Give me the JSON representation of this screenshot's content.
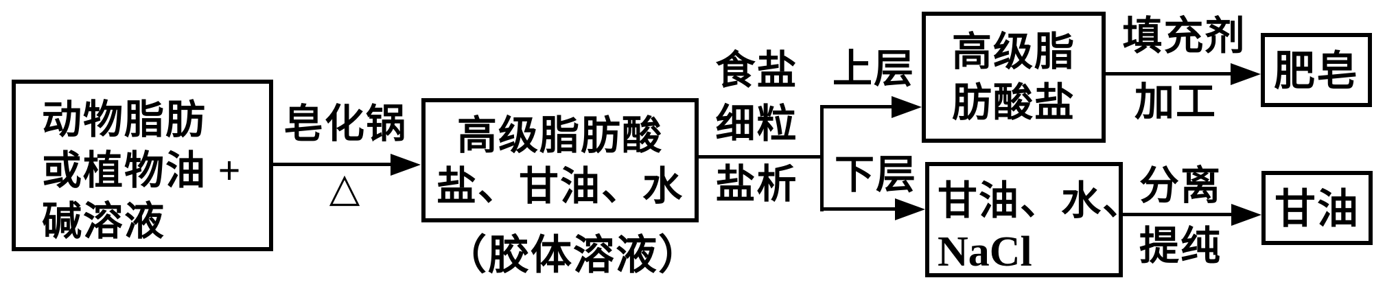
{
  "diagram": {
    "title": "肥皂与甘油制备流程图",
    "type": "flowchart",
    "colors": {
      "foreground": "#000000",
      "background": "#ffffff"
    },
    "nodes": {
      "feedstock": {
        "line1": "动物脂肪",
        "line2": "或植物油 +",
        "line3": "碱溶液"
      },
      "mixture": {
        "line1": "高级脂肪酸",
        "line2": "盐、甘油、水",
        "caption": "（胶体溶液）"
      },
      "fatty_acid_salt": {
        "line1": "高级脂",
        "line2": "肪酸盐"
      },
      "soap": {
        "label": "肥皂"
      },
      "glycerol_water_nacl": {
        "line1": "甘油、水、",
        "line2": "NaCl"
      },
      "glycerol": {
        "label": "甘油"
      }
    },
    "edges": {
      "saponification": {
        "label_top": "皂化锅",
        "label_bottom": "△"
      },
      "salting_out": {
        "label_line1": "食盐",
        "label_line2": "细粒",
        "label_line3": "盐析"
      },
      "upper_branch": {
        "label": "上层"
      },
      "lower_branch": {
        "label": "下层"
      },
      "filler_processing": {
        "label_top": "填充剂",
        "label_bottom": "加工"
      },
      "separation": {
        "label_top": "分离",
        "label_bottom": "提纯"
      }
    }
  }
}
